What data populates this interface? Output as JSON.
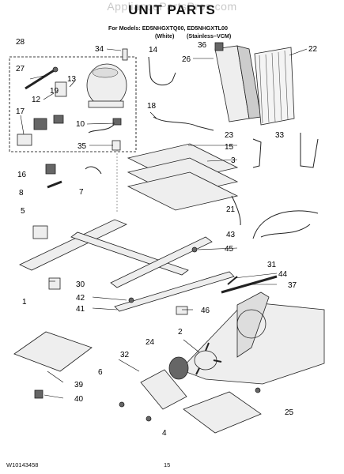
{
  "watermark": "AppliancePartsPros.com",
  "title": "UNIT PARTS",
  "models_line": "For Models: ED5NHGXTQ00, ED5NHGXTL00",
  "variant_1": "(White)",
  "variant_2": "(Stainless–VCM)",
  "footer_code": "W10143458",
  "page_number": "15",
  "callouts": [
    "28",
    "27",
    "13",
    "12",
    "19",
    "17",
    "10",
    "35",
    "34",
    "14",
    "26",
    "22",
    "18",
    "36",
    "23",
    "15",
    "33",
    "3",
    "16",
    "8",
    "7",
    "5",
    "21",
    "43",
    "45",
    "31",
    "44",
    "37",
    "30",
    "42",
    "41",
    "46",
    "1",
    "2",
    "24",
    "32",
    "6",
    "4",
    "25",
    "39",
    "40"
  ]
}
